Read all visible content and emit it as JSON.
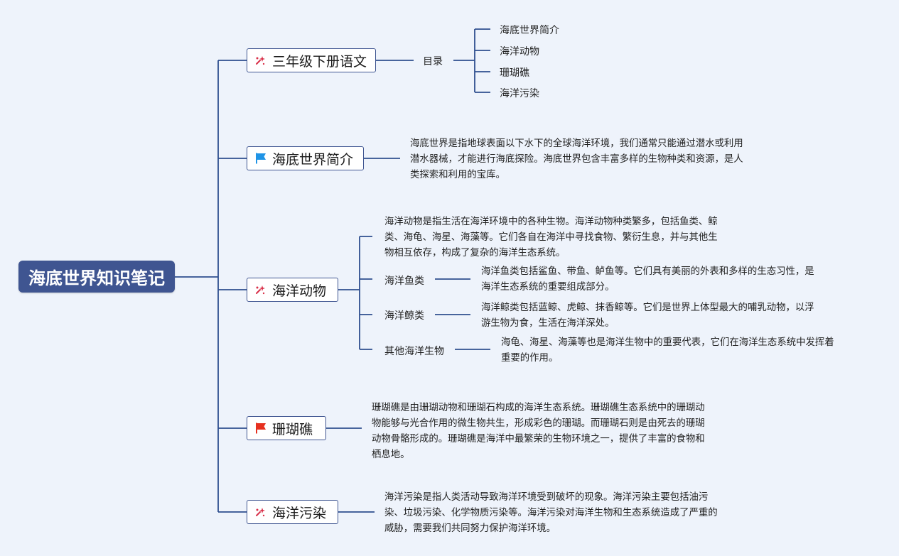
{
  "root": {
    "title": "海底世界知识笔记"
  },
  "topics": {
    "textbook": {
      "label": "三年级下册语文",
      "icon": "sparkle-icon",
      "child_label": "目录",
      "items": [
        "海底世界简介",
        "海洋动物",
        "珊瑚礁",
        "海洋污染"
      ]
    },
    "intro": {
      "label": "海底世界简介",
      "icon": "blue-flag-icon",
      "lines": [
        "海底世界是指地球表面以下水下的全球海洋环境，我们通常只能通过潜水或利用",
        "潜水器械，才能进行海底探险。海底世界包含丰富多样的生物种类和资源，是人",
        "类探索和利用的宝库。"
      ]
    },
    "animals": {
      "label": "海洋动物",
      "icon": "sparkle-icon",
      "summary_lines": [
        "海洋动物是指生活在海洋环境中的各种生物。海洋动物种类繁多，包括鱼类、鲸",
        "类、海龟、海星、海藻等。它们各自在海洋中寻找食物、繁衍生息，并与其他生",
        "物相互依存，构成了复杂的海洋生态系统。"
      ],
      "fish": {
        "label": "海洋鱼类",
        "lines": [
          "海洋鱼类包括鲨鱼、带鱼、鲈鱼等。它们具有美丽的外表和多样的生态习性，是",
          "海洋生态系统的重要组成部分。"
        ]
      },
      "whales": {
        "label": "海洋鲸类",
        "lines": [
          "海洋鲸类包括蓝鲸、虎鲸、抹香鲸等。它们是世界上体型最大的哺乳动物，以浮",
          "游生物为食，生活在海洋深处。"
        ]
      },
      "others": {
        "label": "其他海洋生物",
        "lines": [
          "海龟、海星、海藻等也是海洋生物中的重要代表，它们在海洋生态系统中发挥着",
          "重要的作用。"
        ]
      }
    },
    "coral": {
      "label": "珊瑚礁",
      "icon": "red-flag-icon",
      "lines": [
        "珊瑚礁是由珊瑚动物和珊瑚石构成的海洋生态系统。珊瑚礁生态系统中的珊瑚动",
        "物能够与光合作用的微生物共生，形成彩色的珊瑚。而珊瑚石则是由死去的珊瑚",
        "动物骨骼形成的。珊瑚礁是海洋中最繁荣的生物环境之一，提供了丰富的食物和",
        "栖息地。"
      ]
    },
    "pollution": {
      "label": "海洋污染",
      "icon": "sparkle-icon",
      "lines": [
        "海洋污染是指人类活动导致海洋环境受到破坏的现象。海洋污染主要包括油污",
        "染、垃圾污染、化学物质污染等。海洋污染对海洋生物和生态系统造成了严重的",
        "威胁，需要我们共同努力保护海洋环境。"
      ]
    }
  },
  "colors": {
    "background": "#eef3fb",
    "root": "#3f5591",
    "line": "#2f4f8f",
    "sparkle": "#d9314a",
    "blue_flag": "#1f94e6",
    "red_flag": "#e6301f"
  }
}
